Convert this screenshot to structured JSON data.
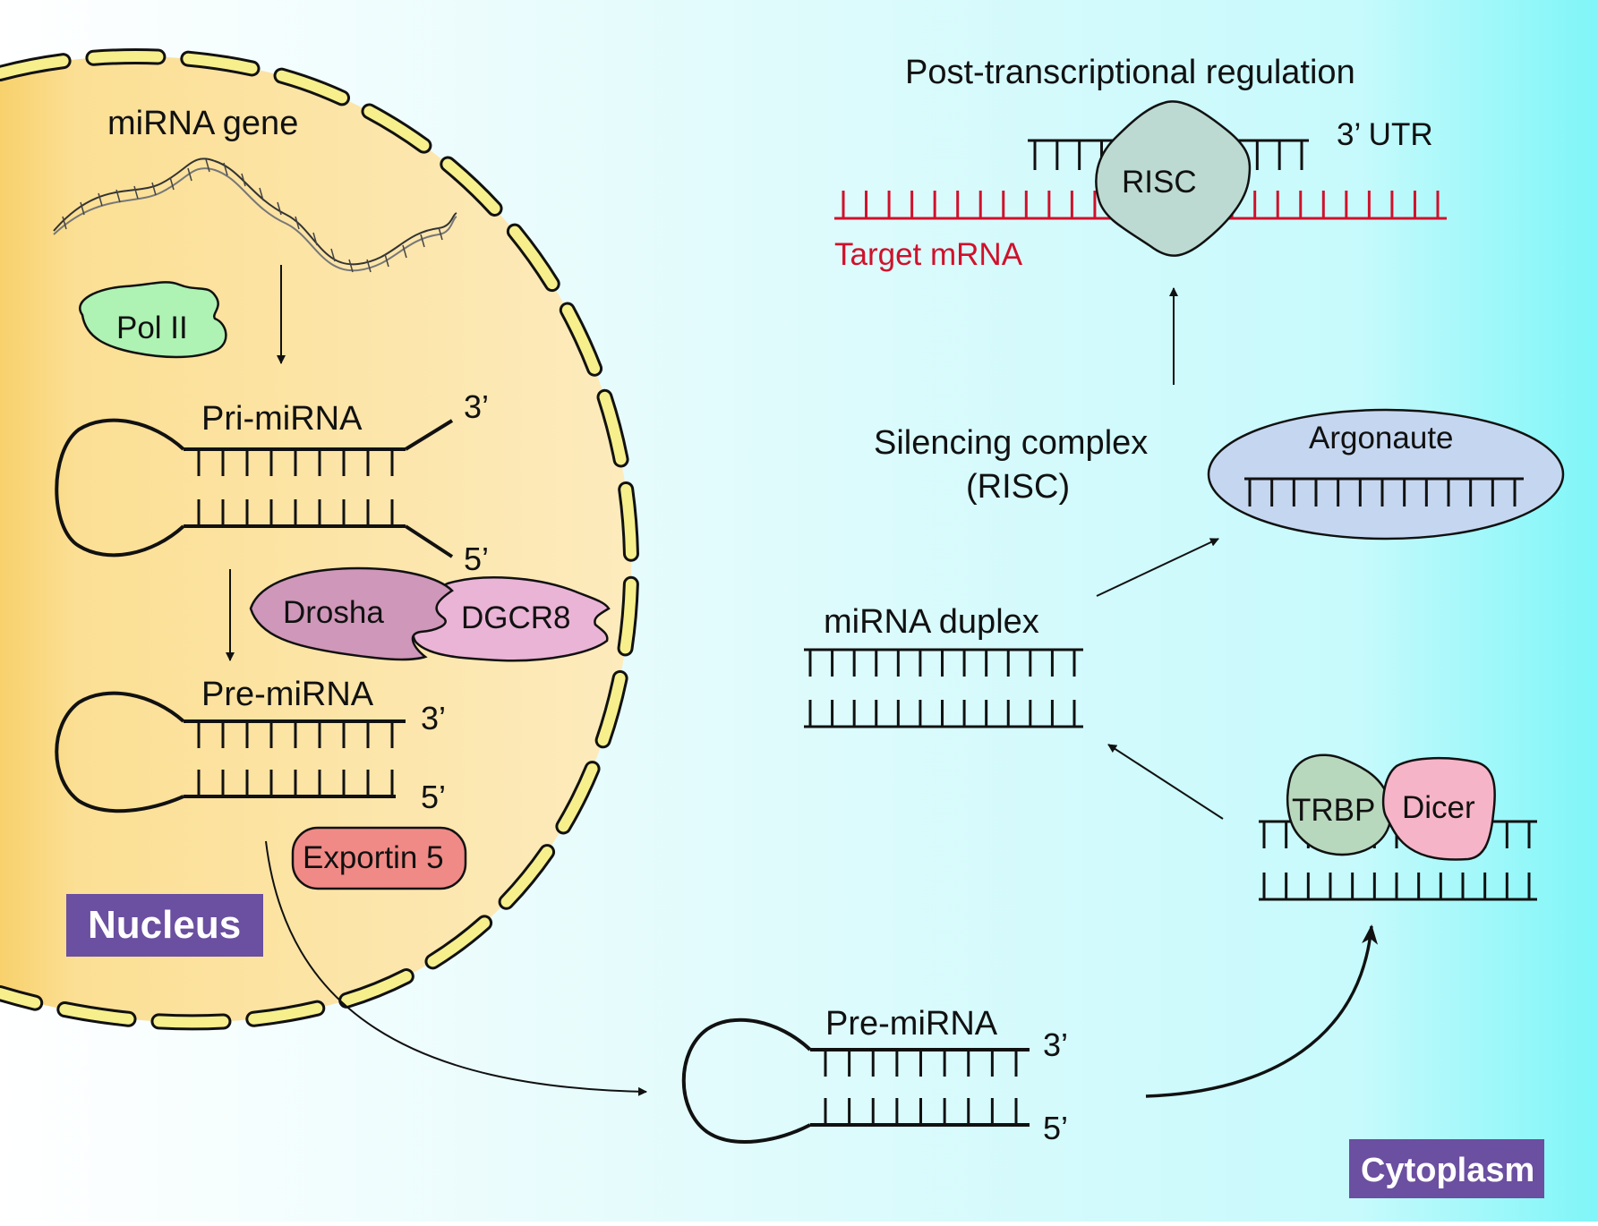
{
  "nucleus": {
    "region_label": "Nucleus",
    "gene_label": "miRNA gene",
    "pol2_label": "Pol II",
    "pri_mirna": {
      "label": "Pri-miRNA",
      "end3": "3’",
      "end5": "5’"
    },
    "drosha_label": "Drosha",
    "dgcr8_label": "DGCR8",
    "pre_mirna": {
      "label": "Pre-miRNA",
      "end3": "3’",
      "end5": "5’"
    },
    "exportin_label": "Exportin 5"
  },
  "cytoplasm": {
    "region_label": "Cytoplasm",
    "pre_mirna": {
      "label": "Pre-miRNA",
      "end3": "3’",
      "end5": "5’"
    },
    "trbp_label": "TRBP",
    "dicer_label": "Dicer",
    "duplex_label": "miRNA duplex",
    "risc_line1": "Silencing complex",
    "risc_line2": "(RISC)",
    "argonaute_label": "Argonaute",
    "regulation_title": "Post-transcriptional regulation",
    "utr_label": "3’ UTR",
    "risc_label": "RISC",
    "target_label": "Target mRNA"
  },
  "colors": {
    "nucleus_fill": "#fbe3a3",
    "nucleus_edge": "#f8d16c",
    "cytoplasm_start": "#ffffff",
    "cytoplasm_end": "#7ff6f8",
    "membrane_dash": "#f6ef8c",
    "pol2": "#aef2b4",
    "drosha": "#cf97b9",
    "dgcr8": "#eab4d6",
    "exportin": "#f08a86",
    "trbp": "#b7d8bd",
    "dicer": "#f6b4c8",
    "argonaute": "#c5d7f0",
    "risc": "#bcdad1",
    "target_mrna": "#d0112b",
    "tag_bg": "#6b4fa0"
  }
}
